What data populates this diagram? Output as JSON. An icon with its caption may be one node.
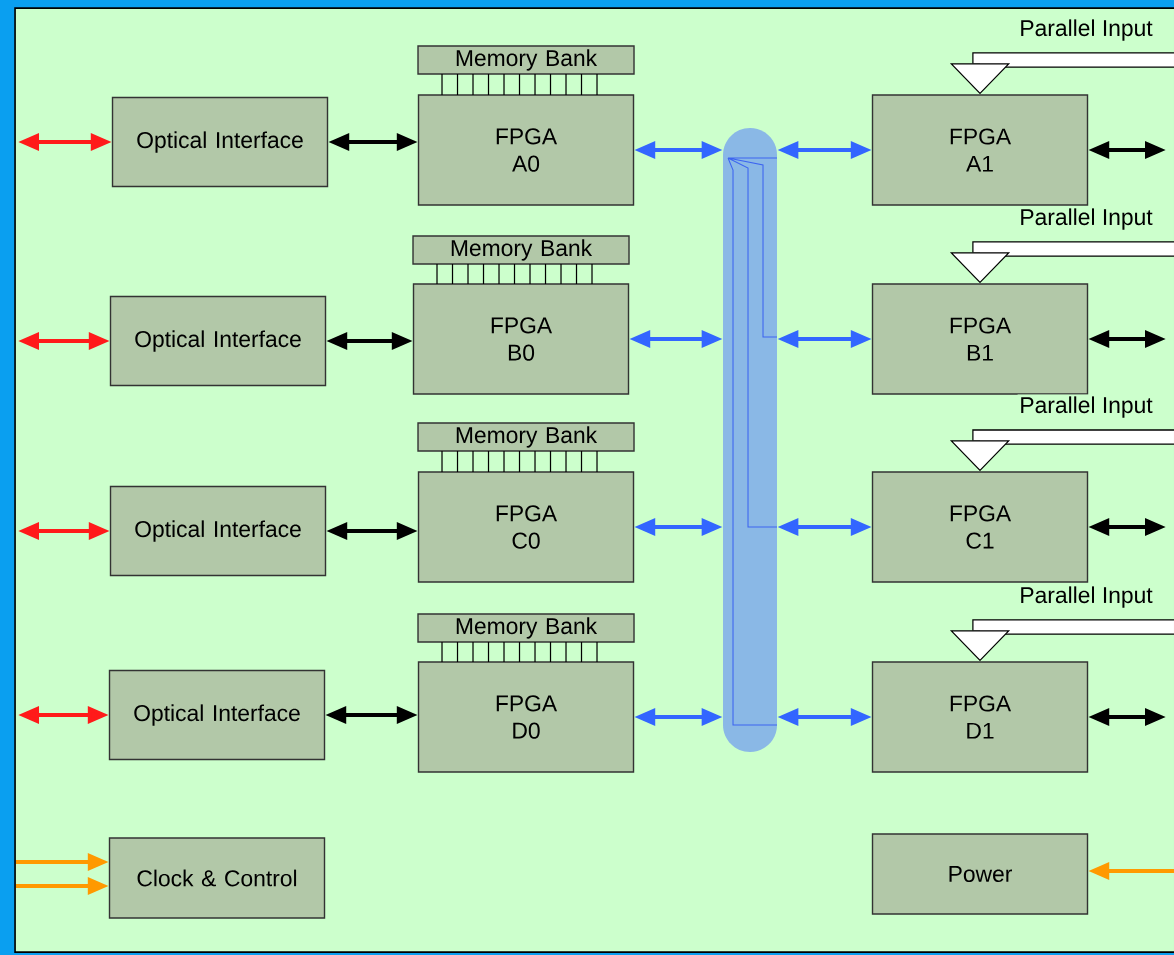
{
  "diagram": {
    "nodes": [
      {
        "text": [
          "Optical Interface"
        ]
      },
      {
        "text": [
          "Memory Bank"
        ]
      },
      {
        "text": [
          "FPGA A0"
        ]
      },
      {
        "text": [],
        "shape": "bar"
      },
      {
        "text": [
          "FPGA A1"
        ]
      },
      {
        "text": [
          "Optical Interface"
        ]
      },
      {
        "text": [
          "Memory Bank"
        ]
      },
      {
        "text": [
          "FPGA B0"
        ]
      },
      {
        "text": [
          "FPGA B1"
        ]
      },
      {
        "text": [
          "Optical Interface"
        ]
      },
      {
        "text": [
          "Memory Bank"
        ]
      },
      {
        "text": [
          "FPGA C0"
        ]
      },
      {
        "text": [
          "FPGA C1"
        ]
      },
      {
        "text": [
          "Optical Interface"
        ]
      },
      {
        "text": [
          "Memory Bank"
        ]
      },
      {
        "text": [
          "FPGA D0"
        ]
      },
      {
        "text": [
          "FPGA D1"
        ]
      },
      {
        "text": [
          "Clock & Control"
        ]
      },
      {
        "text": [
          "Power"
        ]
      }
    ],
    "edges": [
      {
        "from": null,
        "to": 0,
        "arrow": "both",
        "color": "#ff1a1a"
      },
      {
        "from": 0,
        "to": 2,
        "arrow": "both"
      },
      {
        "from": 1,
        "to": 2,
        "arrow": "none"
      },
      {
        "from": 2,
        "to": 3,
        "arrow": "both",
        "color": "#3366ff"
      },
      {
        "from": 3,
        "to": 4,
        "arrow": "both",
        "color": "#3366ff"
      },
      {
        "from": null,
        "to": 4,
        "arrow": "both"
      },
      {
        "from": null,
        "to": 4,
        "arrow": "to",
        "label": "Parallel Input",
        "style": "thick"
      },
      {
        "from": null,
        "to": 5,
        "arrow": "both",
        "color": "#ff1a1a"
      },
      {
        "from": 5,
        "to": 7,
        "arrow": "both"
      },
      {
        "from": 6,
        "to": 7,
        "arrow": "none"
      },
      {
        "from": 7,
        "to": 3,
        "arrow": "both",
        "color": "#3366ff"
      },
      {
        "from": 3,
        "to": 8,
        "arrow": "both",
        "color": "#3366ff"
      },
      {
        "from": null,
        "to": 8,
        "arrow": "both"
      },
      {
        "from": null,
        "to": 8,
        "arrow": "to",
        "label": "Parallel Input",
        "style": "thick"
      },
      {
        "from": null,
        "to": 9,
        "arrow": "both",
        "color": "#ff1a1a"
      },
      {
        "from": 9,
        "to": 11,
        "arrow": "both"
      },
      {
        "from": 10,
        "to": 11,
        "arrow": "none"
      },
      {
        "from": 11,
        "to": 3,
        "arrow": "both",
        "color": "#3366ff"
      },
      {
        "from": 3,
        "to": 12,
        "arrow": "both",
        "color": "#3366ff"
      },
      {
        "from": null,
        "to": 12,
        "arrow": "both"
      },
      {
        "from": null,
        "to": 12,
        "arrow": "to",
        "label": "Parallel Input",
        "style": "thick"
      },
      {
        "from": null,
        "to": 13,
        "arrow": "both",
        "color": "#ff1a1a"
      },
      {
        "from": 13,
        "to": 15,
        "arrow": "both"
      },
      {
        "from": 14,
        "to": 15,
        "arrow": "none"
      },
      {
        "from": 15,
        "to": 3,
        "arrow": "both",
        "color": "#3366ff"
      },
      {
        "from": 3,
        "to": 16,
        "arrow": "both",
        "color": "#3366ff"
      },
      {
        "from": null,
        "to": 16,
        "arrow": "both"
      },
      {
        "from": null,
        "to": 16,
        "arrow": "to",
        "label": "Parallel Input",
        "style": "thick"
      },
      {
        "from": null,
        "to": 17,
        "arrow": "to",
        "color": "#ff9900"
      },
      {
        "from": null,
        "to": 17,
        "arrow": "to",
        "color": "#ff9900"
      },
      {
        "from": null,
        "to": 18,
        "arrow": "to",
        "color": "#ff9900"
      }
    ]
  }
}
